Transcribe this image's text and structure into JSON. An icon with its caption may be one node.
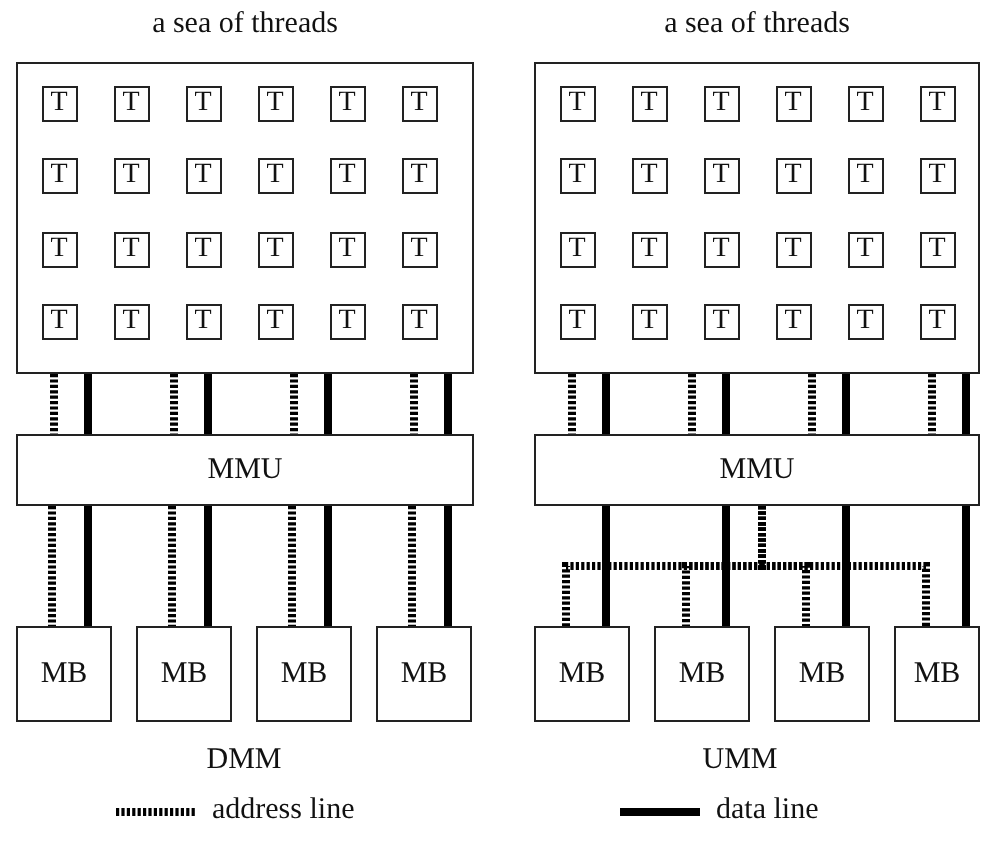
{
  "diagram": {
    "nodes": [
      {
        "text": [
          "a sea of threads"
        ]
      },
      {
        "text": [
          "T"
        ],
        "in": 0
      },
      {
        "text": [
          "T"
        ],
        "in": 0
      },
      {
        "text": [
          "T"
        ],
        "in": 0
      },
      {
        "text": [
          "T"
        ],
        "in": 0
      },
      {
        "text": [
          "T"
        ],
        "in": 0
      },
      {
        "text": [
          "T"
        ],
        "in": 0
      },
      {
        "text": [
          "T"
        ],
        "in": 0
      },
      {
        "text": [
          "T"
        ],
        "in": 0
      },
      {
        "text": [
          "T"
        ],
        "in": 0
      },
      {
        "text": [
          "T"
        ],
        "in": 0
      },
      {
        "text": [
          "T"
        ],
        "in": 0
      },
      {
        "text": [
          "T"
        ],
        "in": 0
      },
      {
        "text": [
          "T"
        ],
        "in": 0
      },
      {
        "text": [
          "T"
        ],
        "in": 0
      },
      {
        "text": [
          "T"
        ],
        "in": 0
      },
      {
        "text": [
          "T"
        ],
        "in": 0
      },
      {
        "text": [
          "T"
        ],
        "in": 0
      },
      {
        "text": [
          "T"
        ],
        "in": 0
      },
      {
        "text": [
          "T"
        ],
        "in": 0
      },
      {
        "text": [
          "T"
        ],
        "in": 0
      },
      {
        "text": [
          "T"
        ],
        "in": 0
      },
      {
        "text": [
          "T"
        ],
        "in": 0
      },
      {
        "text": [
          "T"
        ],
        "in": 0
      },
      {
        "text": [
          "T"
        ],
        "in": 0
      },
      {
        "text": [
          "MMU"
        ]
      },
      {
        "text": [
          "MB"
        ]
      },
      {
        "text": [
          "MB"
        ]
      },
      {
        "text": [
          "MB"
        ]
      },
      {
        "text": [
          "MB"
        ]
      },
      {
        "text": [
          "a sea of threads"
        ]
      },
      {
        "text": [
          "T"
        ],
        "in": 30
      },
      {
        "text": [
          "T"
        ],
        "in": 30
      },
      {
        "text": [
          "T"
        ],
        "in": 30
      },
      {
        "text": [
          "T"
        ],
        "in": 30
      },
      {
        "text": [
          "T"
        ],
        "in": 30
      },
      {
        "text": [
          "T"
        ],
        "in": 30
      },
      {
        "text": [
          "T"
        ],
        "in": 30
      },
      {
        "text": [
          "T"
        ],
        "in": 30
      },
      {
        "text": [
          "T"
        ],
        "in": 30
      },
      {
        "text": [
          "T"
        ],
        "in": 30
      },
      {
        "text": [
          "T"
        ],
        "in": 30
      },
      {
        "text": [
          "T"
        ],
        "in": 30
      },
      {
        "text": [
          "T"
        ],
        "in": 30
      },
      {
        "text": [
          "T"
        ],
        "in": 30
      },
      {
        "text": [
          "T"
        ],
        "in": 30
      },
      {
        "text": [
          "T"
        ],
        "in": 30
      },
      {
        "text": [
          "T"
        ],
        "in": 30
      },
      {
        "text": [
          "T"
        ],
        "in": 30
      },
      {
        "text": [
          "T"
        ],
        "in": 30
      },
      {
        "text": [
          "T"
        ],
        "in": 30
      },
      {
        "text": [
          "T"
        ],
        "in": 30
      },
      {
        "text": [
          "T"
        ],
        "in": 30
      },
      {
        "text": [
          "T"
        ],
        "in": 30
      },
      {
        "text": [
          "T"
        ],
        "in": 30
      },
      {
        "text": [
          "MMU"
        ]
      },
      {
        "text": [
          "MB"
        ]
      },
      {
        "text": [
          "MB"
        ]
      },
      {
        "text": [
          "MB"
        ]
      },
      {
        "text": [
          "MB"
        ]
      }
    ],
    "edges": [
      {
        "from": 0,
        "to": 25,
        "arrow": "none",
        "style": "dashed"
      },
      {
        "from": 0,
        "to": 25,
        "arrow": "none"
      },
      {
        "from": 0,
        "to": 25,
        "arrow": "none",
        "style": "dashed"
      },
      {
        "from": 0,
        "to": 25,
        "arrow": "none"
      },
      {
        "from": 0,
        "to": 25,
        "arrow": "none",
        "style": "dashed"
      },
      {
        "from": 0,
        "to": 25,
        "arrow": "none"
      },
      {
        "from": 0,
        "to": 25,
        "arrow": "none",
        "style": "dashed"
      },
      {
        "from": 0,
        "to": 25,
        "arrow": "none"
      },
      {
        "from": 25,
        "to": 26,
        "arrow": "none",
        "style": "dashed"
      },
      {
        "from": 25,
        "to": 26,
        "arrow": "none"
      },
      {
        "from": 25,
        "to": 27,
        "arrow": "none",
        "style": "dashed"
      },
      {
        "from": 25,
        "to": 27,
        "arrow": "none"
      },
      {
        "from": 25,
        "to": 28,
        "arrow": "none",
        "style": "dashed"
      },
      {
        "from": 25,
        "to": 28,
        "arrow": "none"
      },
      {
        "from": 25,
        "to": 29,
        "arrow": "none",
        "style": "dashed"
      },
      {
        "from": 25,
        "to": 29,
        "arrow": "none"
      },
      {
        "from": 30,
        "to": 55,
        "arrow": "none",
        "style": "dashed"
      },
      {
        "from": 30,
        "to": 55,
        "arrow": "none"
      },
      {
        "from": 30,
        "to": 55,
        "arrow": "none",
        "style": "dashed"
      },
      {
        "from": 30,
        "to": 55,
        "arrow": "none"
      },
      {
        "from": 30,
        "to": 55,
        "arrow": "none",
        "style": "dashed"
      },
      {
        "from": 30,
        "to": 55,
        "arrow": "none"
      },
      {
        "from": 30,
        "to": 55,
        "arrow": "none",
        "style": "dashed"
      },
      {
        "from": 30,
        "to": 55,
        "arrow": "none"
      },
      {
        "from": 55,
        "to": 56,
        "arrow": "none"
      },
      {
        "from": 55,
        "to": 57,
        "arrow": "none"
      },
      {
        "from": 55,
        "to": 58,
        "arrow": "none"
      },
      {
        "from": 55,
        "to": 59,
        "arrow": "none"
      },
      {
        "from": 55,
        "to": 56,
        "arrow": "none",
        "style": "dashed"
      },
      {
        "from": 55,
        "to": 57,
        "arrow": "none",
        "style": "dashed"
      },
      {
        "from": 55,
        "to": 58,
        "arrow": "none",
        "style": "dashed"
      },
      {
        "from": 55,
        "to": 59,
        "arrow": "none",
        "style": "dashed"
      }
    ],
    "labels": [
      "DMM",
      "UMM"
    ],
    "legend": [
      {
        "text": "address line"
      },
      {
        "text": "data line"
      }
    ]
  }
}
